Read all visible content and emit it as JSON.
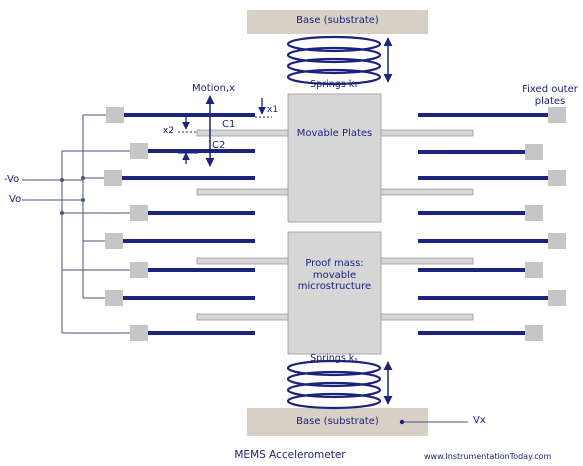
{
  "labels": {
    "base_top": "Base (substrate)",
    "base_bottom": "Base (substrate)",
    "springs_top": "Springs kₛ",
    "springs_bottom": "Springs kₛ",
    "movable_plates": "Movable Plates",
    "proof_mass": "Proof mass:\nmovable\nmicrostructure",
    "motion": "Motion,x",
    "x1": "x1",
    "x2": "x2",
    "c1": "C1",
    "c2": "C2",
    "neg_vo": "-Vo",
    "vo": "Vo",
    "vx": "Vx",
    "fixed_outer_plates": "Fixed outer\nplates",
    "caption": "MEMS Accelerometer",
    "website": "www.InstrumentationToday.com"
  },
  "colors": {
    "substrate": "#d8d0c4",
    "mass": "#d6d6d6",
    "plate_navy": "#1a237e",
    "small_block": "#c6c6c6",
    "wire": "#4a5578",
    "text": "#1a237e"
  }
}
